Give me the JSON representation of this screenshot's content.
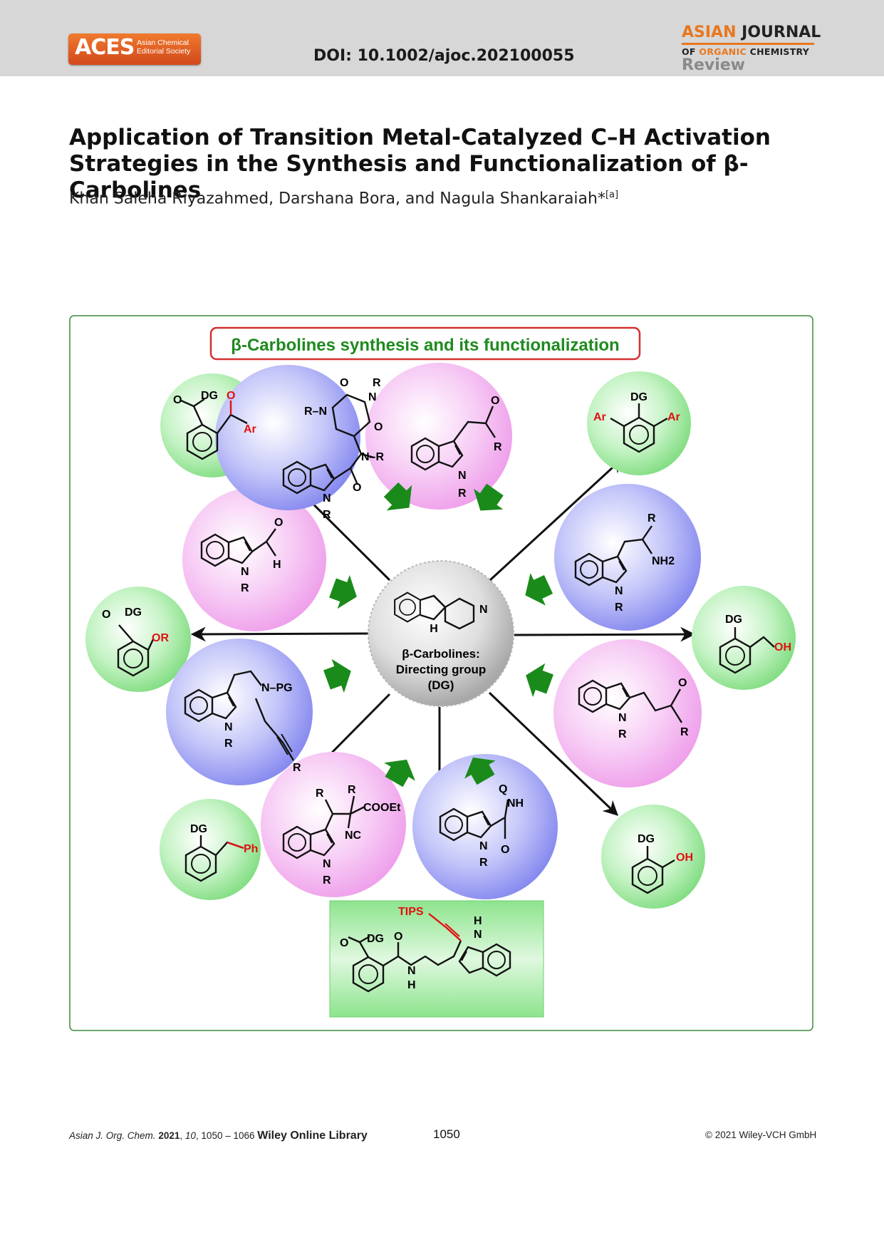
{
  "header": {
    "publisher_logo": {
      "word": "ACES",
      "subtitle_line1": "Asian Chemical",
      "subtitle_line2": "Editorial Society"
    },
    "doi": "DOI: 10.1002/ajoc.202100055",
    "journal": {
      "word1": "ASIAN",
      "word2": "JOURNAL",
      "line2_a": "OF",
      "line2_b": "ORGANIC",
      "line2_c": "CHEMISTRY",
      "section": "Review"
    }
  },
  "article": {
    "title_line1": "Application of Transition Metal-Catalyzed C–H Activation",
    "title_line2": "Strategies in the Synthesis and Functionalization of β-Carbolines",
    "authors": "Khan Saleha Riyazahmed, Darshana Bora, and Nagula Shankaraiah*",
    "author_affiliation_mark": "[a]"
  },
  "figure": {
    "banner": "β-Carbolines synthesis and its functionalization",
    "center": {
      "nh": "H",
      "n": "N",
      "label_line1": "β-Carbolines:",
      "label_line2": "Directing group",
      "label_line3": "(DG)"
    },
    "labels": {
      "dg": "DG",
      "o": "O",
      "ar": "Ar",
      "r": "R",
      "n": "N",
      "h": "H",
      "nh2": "NH2",
      "oh": "OH",
      "or": "OR",
      "ph": "Ph",
      "pg": "N–PG",
      "cooet": "COOEt",
      "nc": "NC",
      "q": "Q",
      "nh": "NH",
      "tips": "TIPS",
      "rn": "R–N",
      "nr": "N–R"
    },
    "colors": {
      "green_bubble": "#8ee38e",
      "blue_bubble": "#8d8ff0",
      "pink_bubble": "#f2a6ef",
      "arrow_green": "#1a8a1a",
      "red_text": "#e01010"
    }
  },
  "footer": {
    "journal_abbrev": "Asian J. Org. Chem.",
    "year": "2021",
    "volume": "10",
    "pages": "1050 – 1066",
    "library": "Wiley Online Library",
    "page_number": "1050",
    "copyright": "© 2021 Wiley-VCH GmbH"
  }
}
